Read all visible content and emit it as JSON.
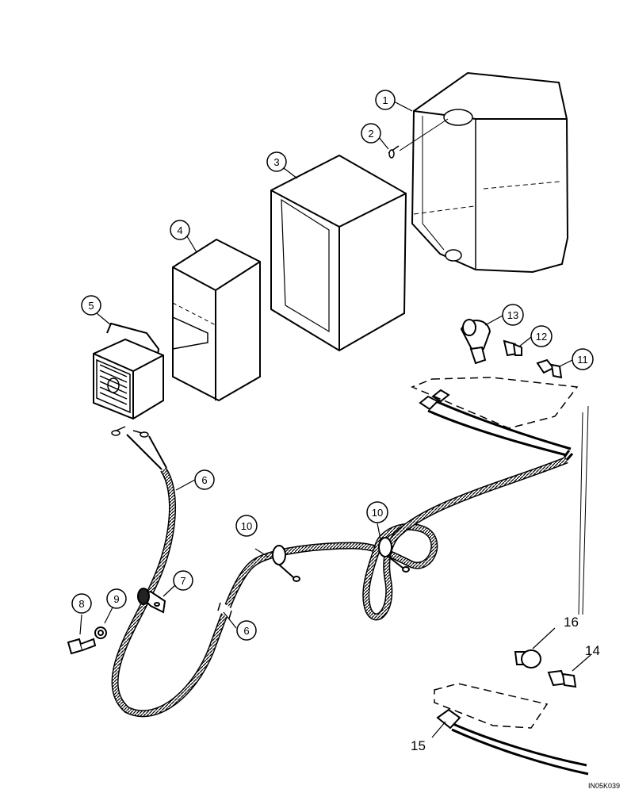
{
  "callouts": {
    "c1": "1",
    "c2": "2",
    "c3": "3",
    "c4": "4",
    "c5": "5",
    "c6a": "6",
    "c6b": "6",
    "c7": "7",
    "c8": "8",
    "c9": "9",
    "c10a": "10",
    "c10b": "10",
    "c11": "11",
    "c12": "12",
    "c13": "13",
    "c14": "14",
    "c15": "15",
    "c16": "16"
  },
  "figure_ref": "IN05K039"
}
